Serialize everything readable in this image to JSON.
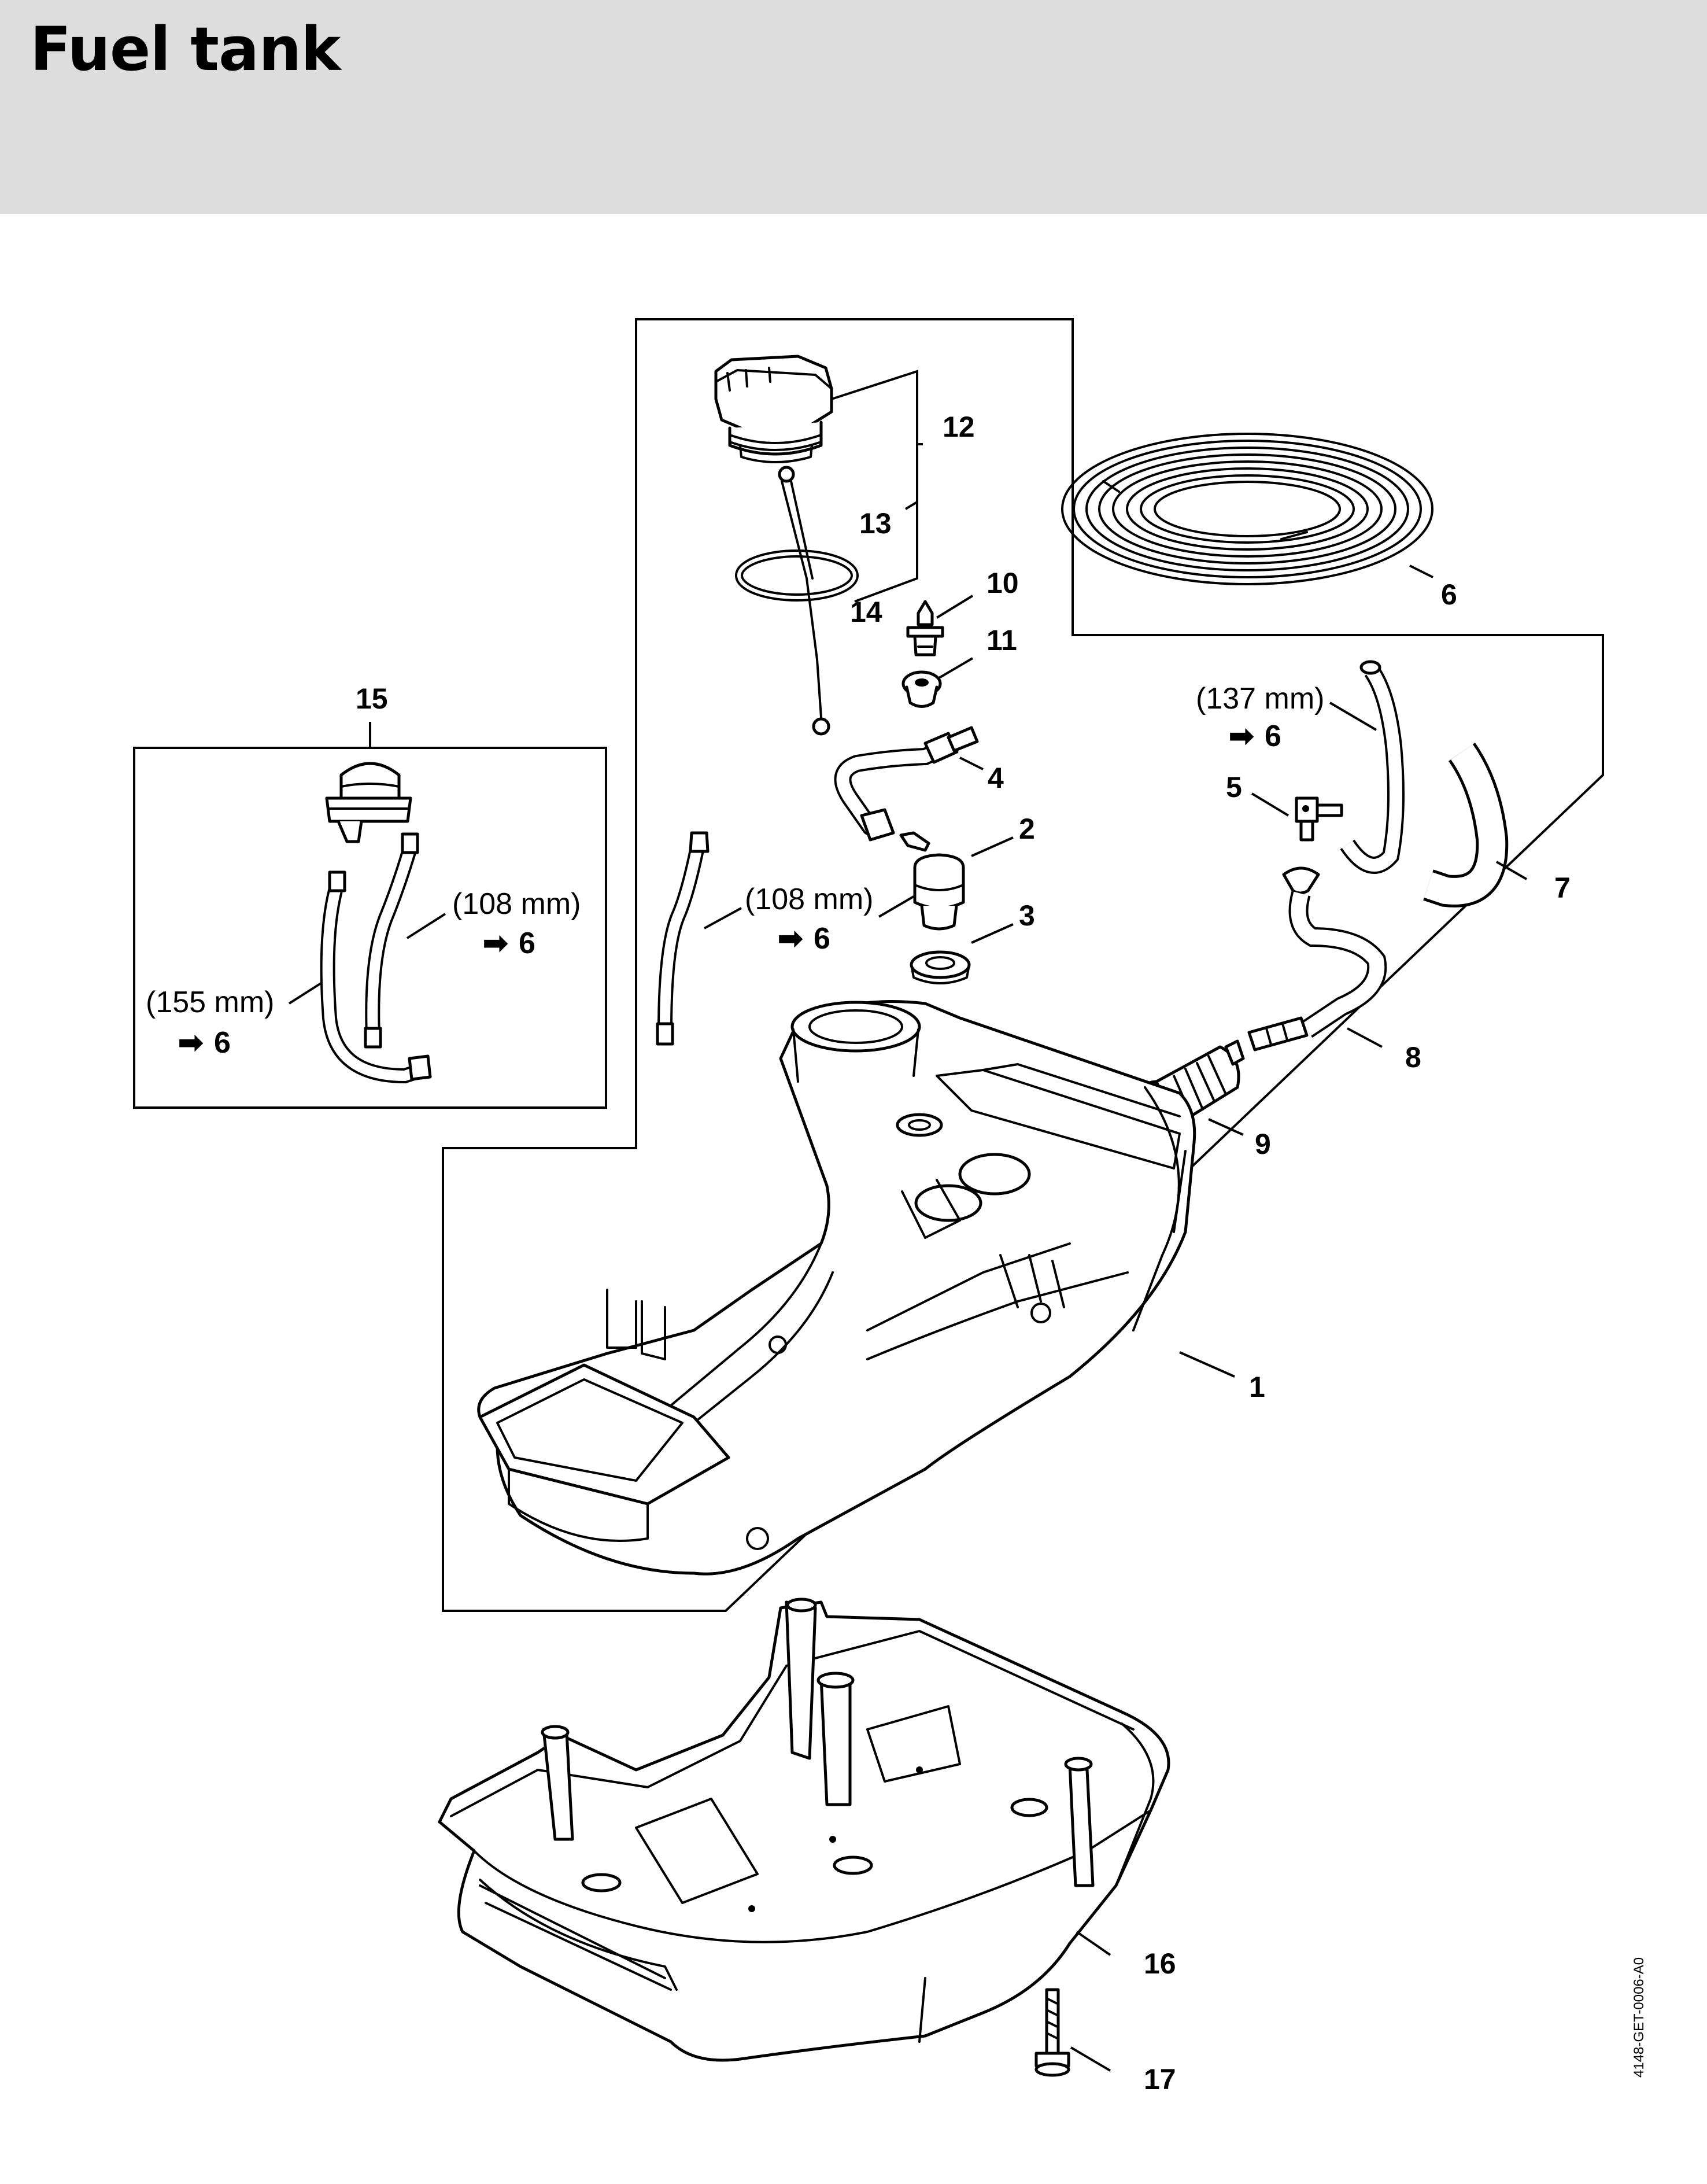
{
  "page": {
    "title": "Fuel tank"
  },
  "figure_code": "4148-GET-0006-A0",
  "callouts": {
    "c1": "1",
    "c2": "2",
    "c3": "3",
    "c4": "4",
    "c5": "5",
    "c6": "6",
    "c7": "7",
    "c8": "8",
    "c9": "9",
    "c10": "10",
    "c11": "11",
    "c12": "12",
    "c13": "13",
    "c14": "14",
    "c15": "15",
    "c16": "16",
    "c17": "17"
  },
  "notes": {
    "len_137": "(137 mm)",
    "len_108_center": "(108 mm)",
    "len_108_left": "(108 mm)",
    "len_155": "(155 mm)",
    "ref_6": "6"
  },
  "icons": {
    "ref_arrow": "right-arrow-icon"
  }
}
